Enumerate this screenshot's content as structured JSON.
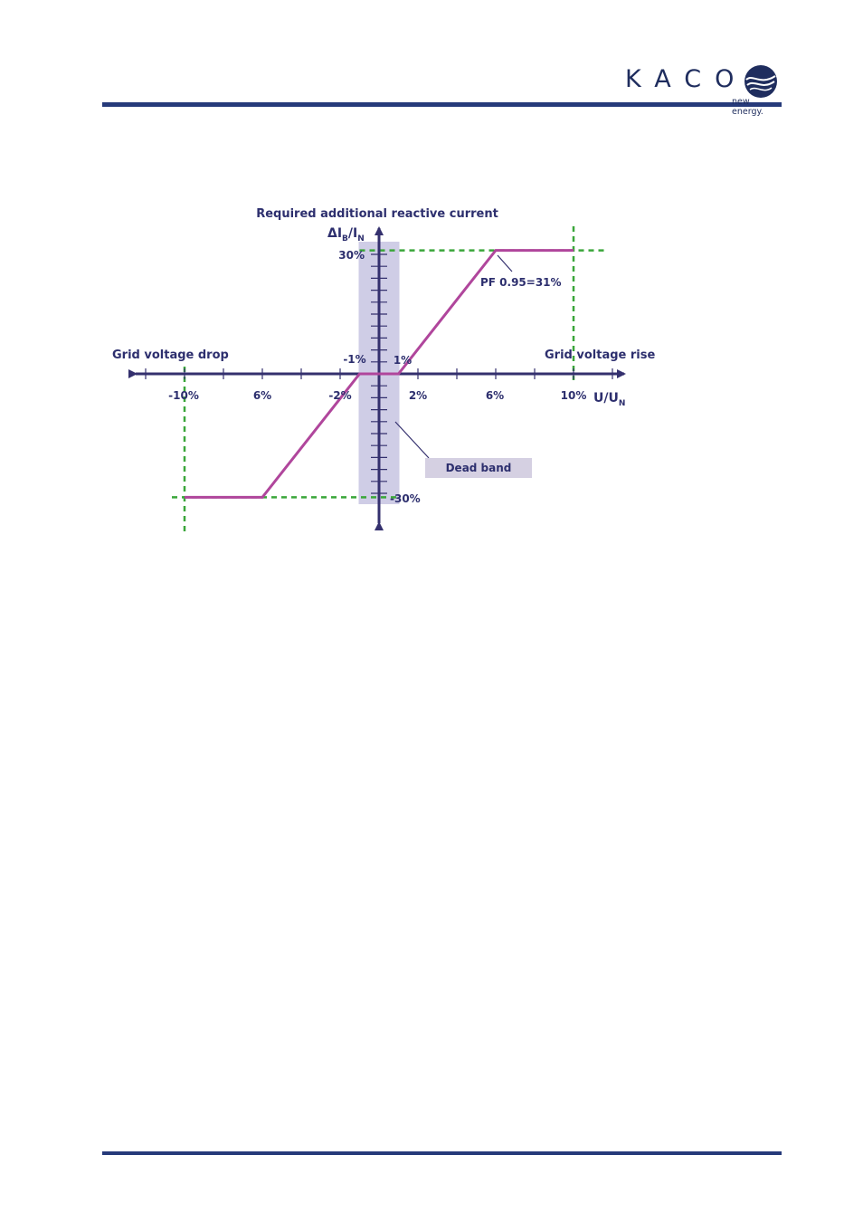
{
  "header": {
    "brand": "KACO",
    "tagline": "new energy."
  },
  "colors": {
    "rule": "#263a7a",
    "axis": "#34306e",
    "curve": "#b0469c",
    "guide": "#3aa63a",
    "deadband_fill": "#c7c4e2",
    "label_box": "#d5d0e2"
  },
  "chart_data": {
    "type": "line",
    "title": "Required additional reactive current",
    "ylabel": "ΔIB/IN",
    "xlabel": "U/UN",
    "left_label": "Grid voltage drop",
    "right_label": "Grid voltage rise",
    "annotation": "PF 0.95=31%",
    "deadband_label": "Dead band",
    "x_tick_labels": [
      {
        "text": "-10%",
        "x": -10
      },
      {
        "text": "6%",
        "x": -6
      },
      {
        "text": "-2%",
        "x": -2
      },
      {
        "text": "-1%",
        "x": -1
      },
      {
        "text": "1%",
        "x": 1
      },
      {
        "text": "2%",
        "x": 2
      },
      {
        "text": "6%",
        "x": 6
      },
      {
        "text": "10%",
        "x": 10
      }
    ],
    "y_tick_labels": [
      {
        "text": "30%",
        "y": 30
      },
      {
        "text": "-30%",
        "y": -30
      }
    ],
    "x_ticks": [
      -12,
      -10,
      -8,
      -6,
      -4,
      -2,
      2,
      4,
      6,
      8,
      10,
      12
    ],
    "y_ticks": [
      -30,
      -27,
      -24,
      -21,
      -18,
      -15,
      -12,
      -9,
      -6,
      -3,
      3,
      6,
      9,
      12,
      15,
      18,
      21,
      24,
      27,
      30
    ],
    "series": [
      {
        "x": [
          -10,
          -6,
          -1,
          1,
          6,
          10
        ],
        "y": [
          -31,
          -31,
          0,
          0,
          31,
          31
        ]
      }
    ],
    "deadband": [
      -1,
      1
    ],
    "guides": {
      "vertical": [
        -10,
        10
      ],
      "horizontal": [
        31,
        -31
      ]
    }
  }
}
